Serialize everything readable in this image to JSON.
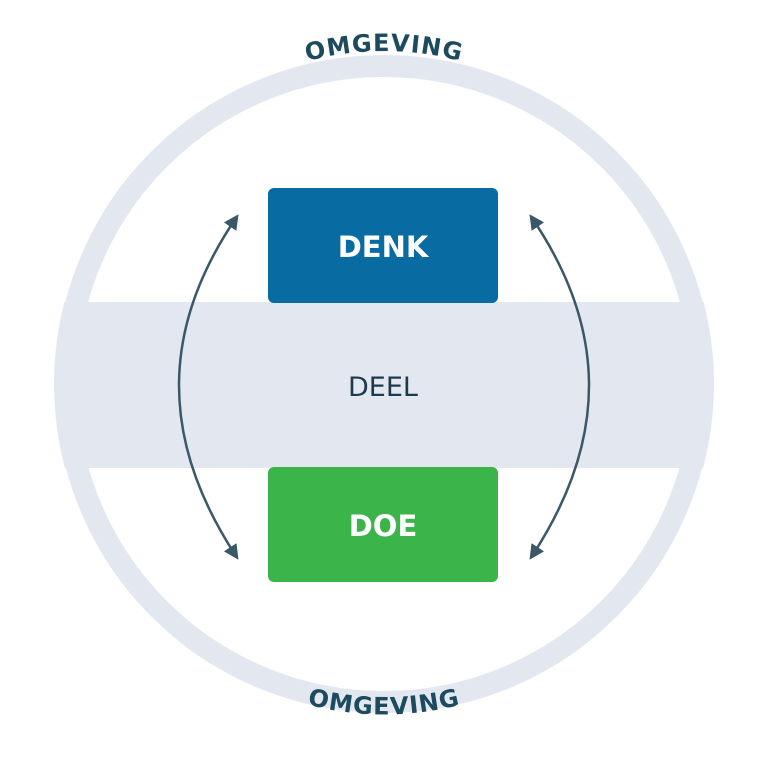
{
  "diagram": {
    "ring_top_label": "OMGEVING",
    "ring_bottom_label": "OMGEVING",
    "band_label": "DEEL",
    "top_box_label": "DENK",
    "bottom_box_label": "DOE",
    "colors": {
      "ring": "#e3e7ef",
      "band": "#e3e7ef",
      "top_box": "#086ba1",
      "bottom_box": "#3bb44a",
      "arrows": "#3a5868",
      "ring_text": "#1c4a5e"
    },
    "arrows": [
      {
        "name": "left-cycle-arrow",
        "direction": "bidirectional"
      },
      {
        "name": "right-cycle-arrow",
        "direction": "bidirectional"
      }
    ]
  }
}
